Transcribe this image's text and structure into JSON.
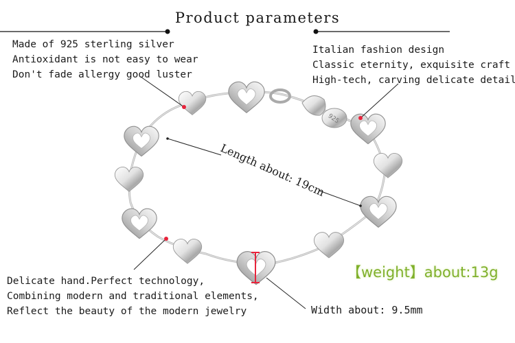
{
  "title": "Product parameters",
  "top_left_lines": [
    "Made of 925 sterling silver",
    "Antioxidant is not easy to wear",
    "Don't fade allergy good luster"
  ],
  "top_right_lines": [
    "Italian fashion design",
    "Classic eternity, exquisite craft",
    "High-tech, carving delicate details"
  ],
  "bottom_left_lines": [
    "Delicate hand.Perfect technology,",
    "Combining modern and traditional elements,",
    "Reflect the beauty of the modern jewelry"
  ],
  "length_label": "Length about: 19cm",
  "width_label": "Width about: 9.5mm",
  "weight_label": "【weight】about:13g",
  "tag_stamp": "925",
  "colors": {
    "accent_dot": "#e8233b",
    "weight_text": "#7fb02a",
    "line": "#222222",
    "silver_light": "#f4f4f4",
    "silver_dark": "#8c8c8c"
  }
}
